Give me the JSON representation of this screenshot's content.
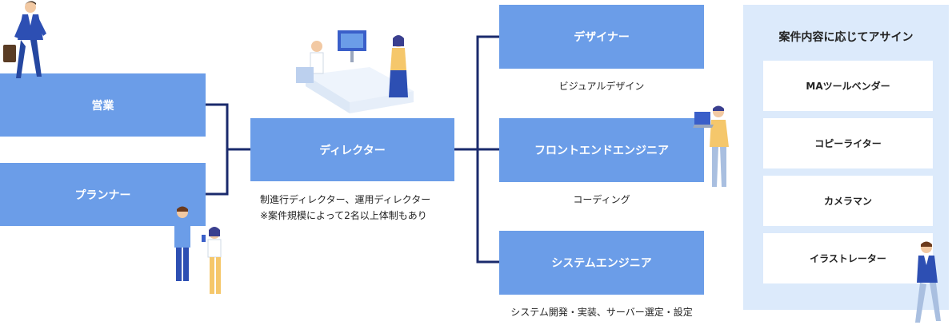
{
  "left_roles": {
    "sales": "営業",
    "planner": "プランナー"
  },
  "director": {
    "label": "ディレクター",
    "caption_line1": "制進行ディレクター、運用ディレクター",
    "caption_line2": "※案件規模によって2名以上体制もあり"
  },
  "designer": {
    "label": "デザイナー",
    "caption": "ビジュアルデザイン"
  },
  "frontend": {
    "label": "フロントエンドエンジニア",
    "caption": "コーディング"
  },
  "system": {
    "label": "システムエンジニア",
    "caption": "システム開発・実装、サーバー選定・設定"
  },
  "assign_panel": {
    "title": "案件内容に応じてアサイン",
    "items": [
      "MAツールベンダー",
      "コピーライター",
      "カメラマン",
      "イラストレーター"
    ]
  },
  "colors": {
    "box": "#6b9de8",
    "connector": "#1a2a6c",
    "panel": "#dceafb"
  }
}
